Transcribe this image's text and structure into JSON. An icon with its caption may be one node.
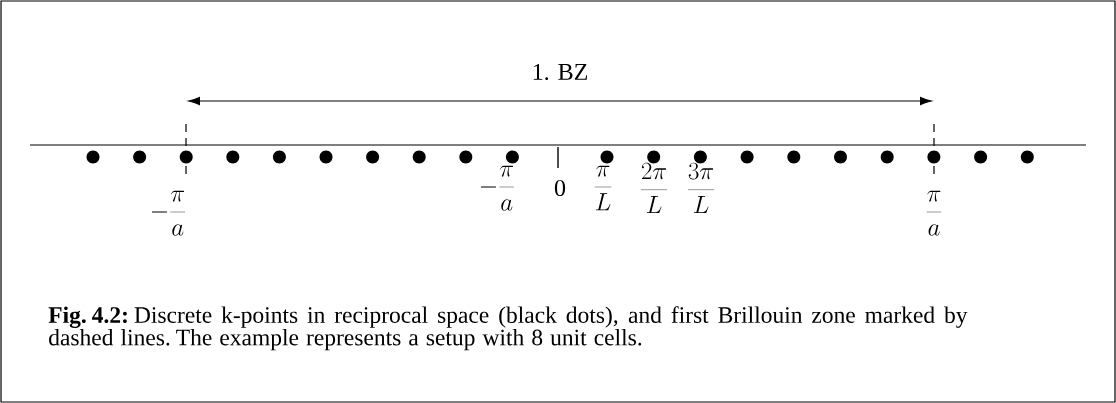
{
  "diagram": {
    "caption": "**Fig. 4.2:** Discrete k-points in reciprocal space (black dots), and first Brillouin zone marked by dashed lines. The example represents a setup with 8 unit cells.",
    "labels": [
      "1. BZ",
      "-\\frac{\\pi}{a}",
      "-\\frac{\\pi}{a}",
      "0",
      "\\frac{\\pi}{L}",
      "\\frac{2\\pi}{L}",
      "\\frac{3\\pi}{L}",
      "\\frac{\\pi}{a}"
    ]
  }
}
